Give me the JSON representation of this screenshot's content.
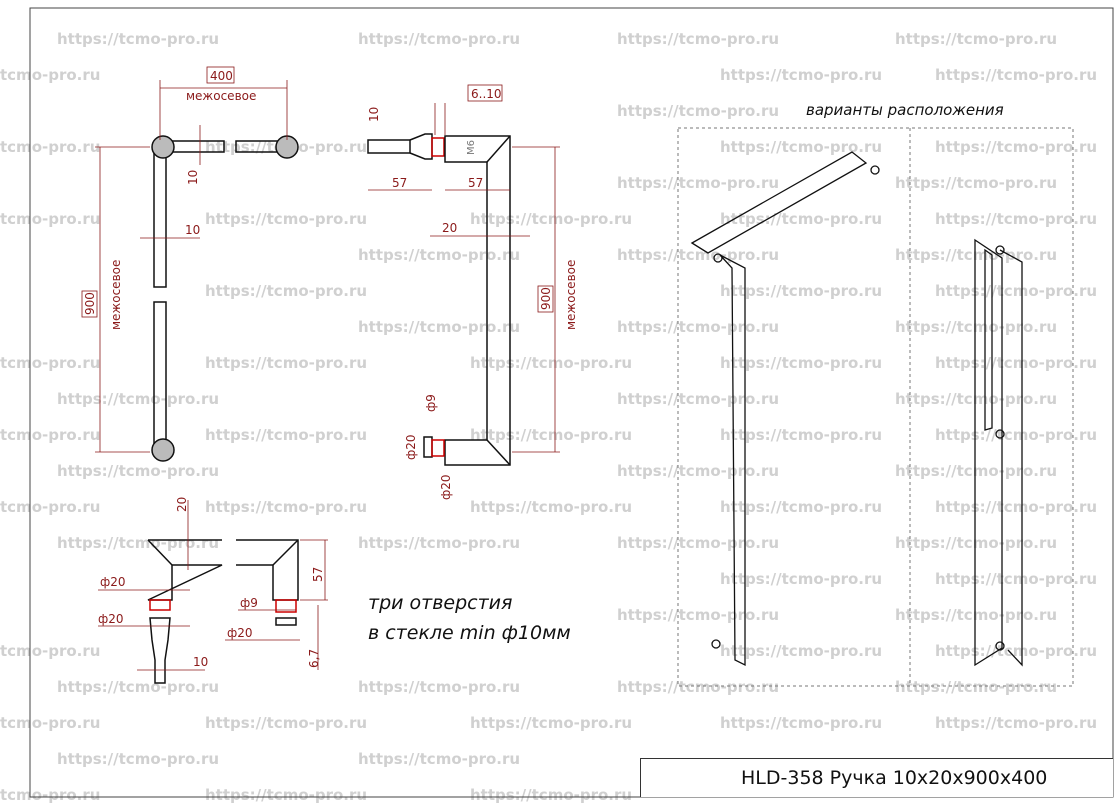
{
  "watermark": {
    "text": "https://tcmo-pro.ru",
    "short_text": "tcmo-pro.ru"
  },
  "front_view": {
    "spacing_top": "400",
    "spacing_top_label": "межосевое",
    "spacing_side": "900",
    "spacing_side_label": "межосевое",
    "bar_width": "10",
    "bar_height": "10"
  },
  "side_view": {
    "glass_thickness": "6..10",
    "stub_height": "10",
    "left_len": "57",
    "right_len": "57",
    "thread": "M6",
    "bar_width": "20",
    "spacing": "900",
    "spacing_label": "межосевое",
    "hole_diam": "ф9",
    "washer_diam": "ф20",
    "base_diam": "ф20"
  },
  "bottom_view": {
    "bar_height": "20",
    "leg_len": "57",
    "diam_top": "ф20",
    "diam_bottom": "ф20",
    "hole_diam": "ф9",
    "washer_diam": "ф20",
    "offset": "6,7",
    "bar_width": "10"
  },
  "note": {
    "line1": "три отверстия",
    "line2": "в стекле min ф10мм"
  },
  "variants": {
    "title": "варианты расположения"
  },
  "title_block": {
    "text": "HLD-358  Ручка 10x20x900x400"
  },
  "colors": {
    "dimension": "#8b1a1a",
    "line": "#111111",
    "watermark": "#d0d0d0"
  }
}
